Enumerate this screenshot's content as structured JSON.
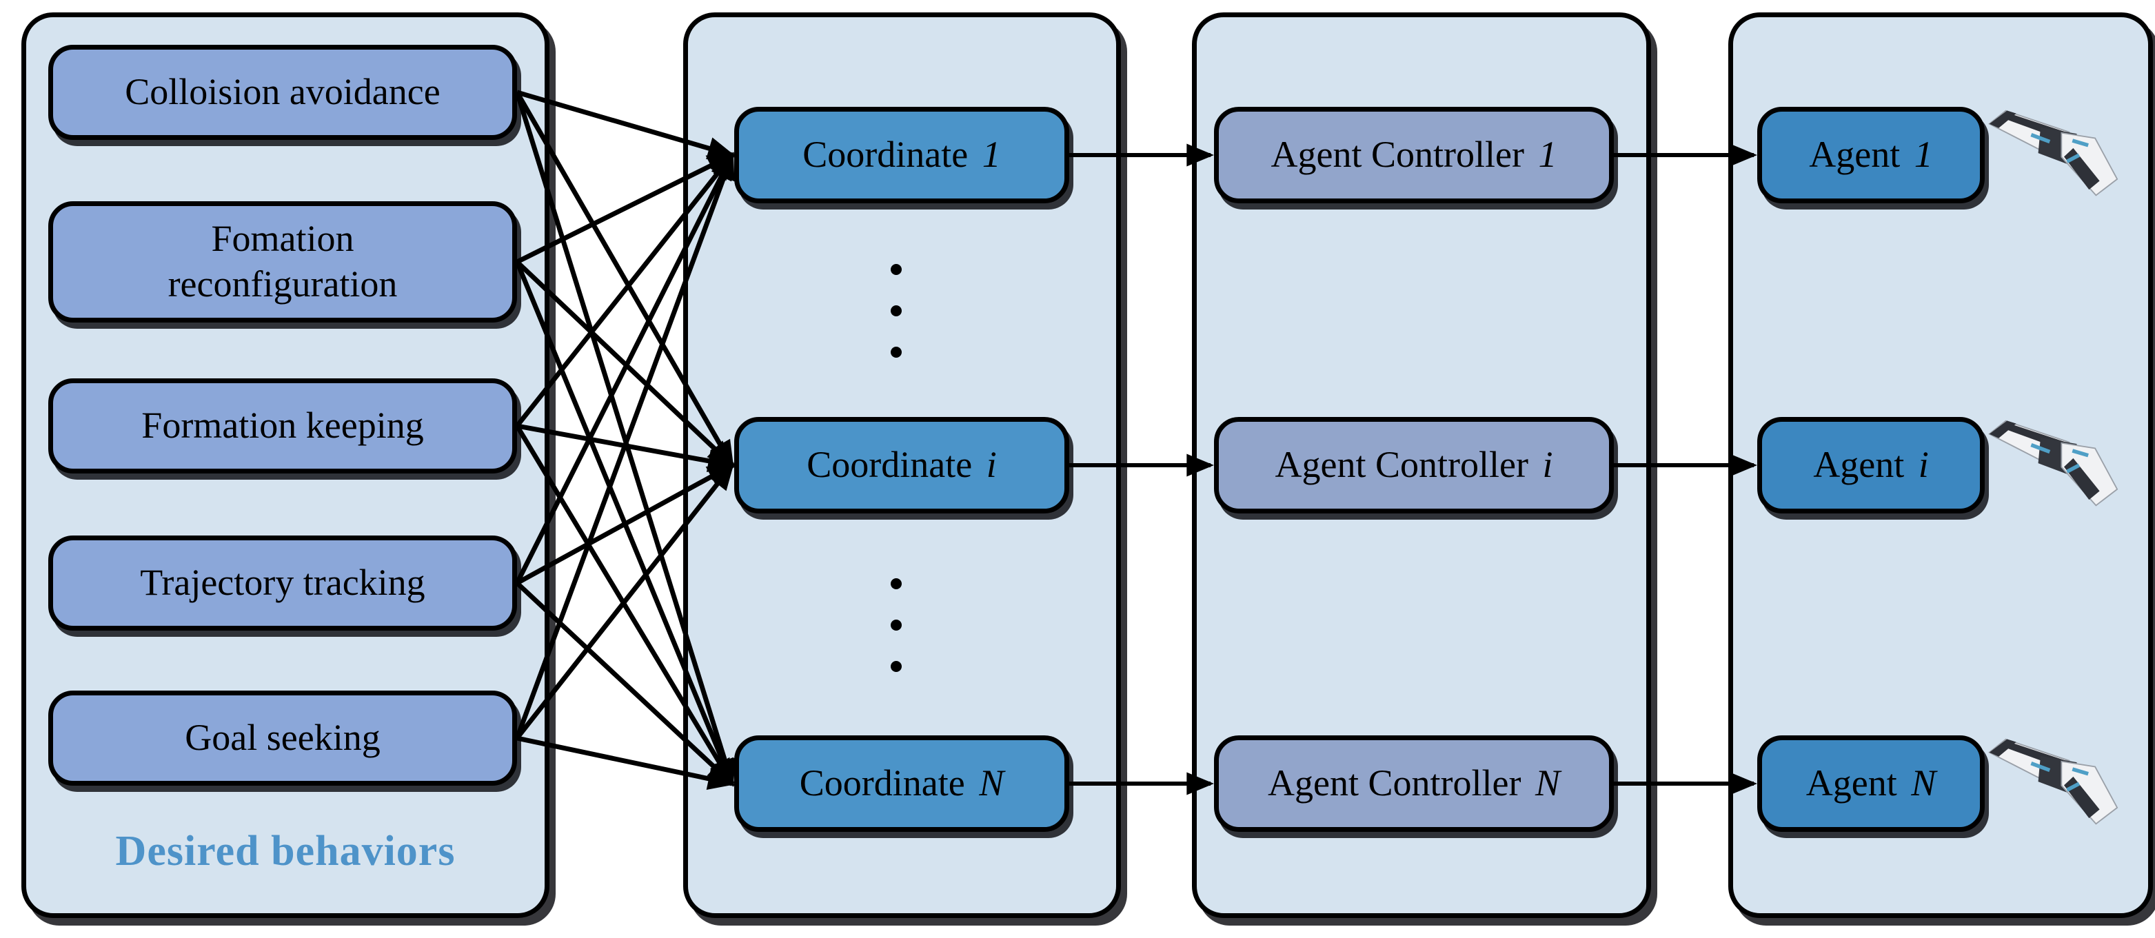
{
  "colors": {
    "panel_bg": "#d5e3ef",
    "behavior_box": "#8ba7d9",
    "coordinate_box": "#4b94c9",
    "controller_box": "#92a5cb",
    "agent_box": "#3c87c0",
    "outline": "#000000",
    "panel_label_text": "#4e93c9",
    "box_text": "#000000"
  },
  "panels": {
    "behaviors": {
      "label": "Desired behaviors",
      "items": [
        {
          "label": "Colloision avoidance"
        },
        {
          "label": "Fomation\nreconfiguration"
        },
        {
          "label": "Formation keeping"
        },
        {
          "label": "Trajectory tracking"
        },
        {
          "label": "Goal seeking"
        }
      ]
    },
    "coordinates": {
      "items": [
        {
          "name": "Coordinate",
          "index": "1"
        },
        {
          "name": "Coordinate",
          "index": "i"
        },
        {
          "name": "Coordinate",
          "index": "N"
        }
      ]
    },
    "controllers": {
      "items": [
        {
          "name": "Agent Controller",
          "index": "1"
        },
        {
          "name": "Agent Controller",
          "index": "i"
        },
        {
          "name": "Agent Controller",
          "index": "N"
        }
      ]
    },
    "agents": {
      "items": [
        {
          "name": "Agent",
          "index": "1"
        },
        {
          "name": "Agent",
          "index": "i"
        },
        {
          "name": "Agent",
          "index": "N"
        }
      ]
    }
  }
}
